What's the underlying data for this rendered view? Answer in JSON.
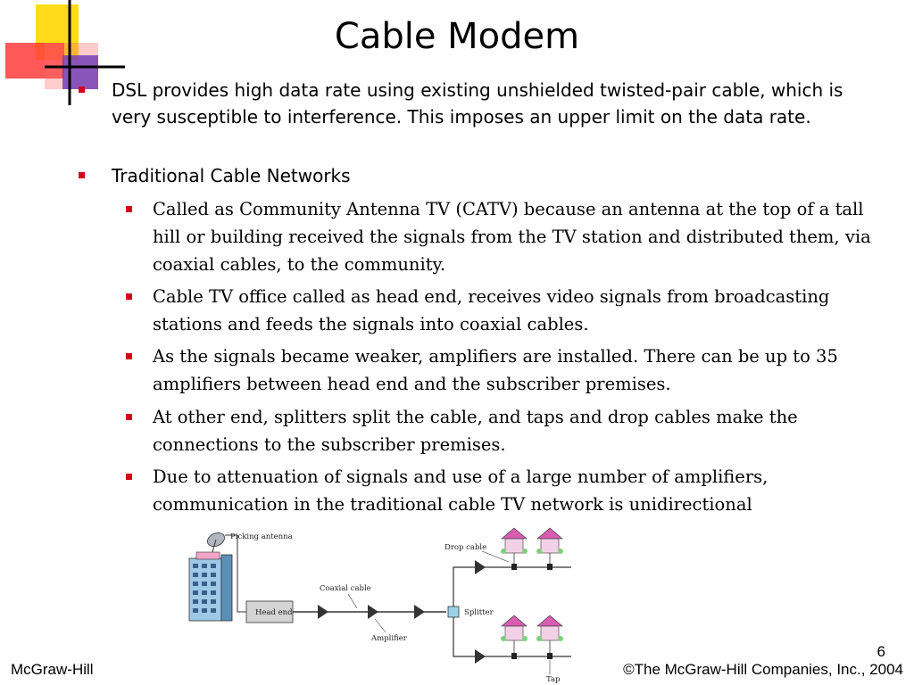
{
  "slide": {
    "title": "Cable Modem",
    "bullets": [
      {
        "level": 1,
        "text": "DSL provides high data rate using existing unshielded twisted-pair cable, which is very susceptible to interference. This imposes an upper limit on the data rate."
      },
      {
        "level": 1,
        "text": "Traditional Cable Networks"
      },
      {
        "level": 2,
        "text": "Called as Community Antenna TV (CATV) because an antenna at the top of a tall hill or building received the signals from the TV station and distributed them, via coaxial cables, to the community."
      },
      {
        "level": 2,
        "text": "Cable TV office called as head end, receives video signals from broadcasting stations and feeds the signals into coaxial cables."
      },
      {
        "level": 2,
        "text": "As the signals became weaker, amplifiers are installed. There can be up to 35 amplifiers between head end and the subscriber premises."
      },
      {
        "level": 2,
        "text": "At other end, splitters split the cable, and taps and drop cables make the connections to the subscriber premises."
      },
      {
        "level": 2,
        "text": "Due to attenuation of signals and use of a large number of amplifiers, communication in the traditional cable TV network is unidirectional"
      }
    ],
    "diagram": {
      "picking_antenna": "Picking antenna",
      "coaxial_cable": "Coaxial cable",
      "head_end": "Head end",
      "amplifier": "Amplifier",
      "splitter": "Splitter",
      "drop_cable": "Drop cable",
      "tap": "Tap"
    },
    "slide_number": "6",
    "footer_left": "McGraw-Hill",
    "footer_right": "©The McGraw-Hill Companies, Inc., 2004"
  },
  "colors": {
    "bullet": "#d0001c",
    "deco_yellow": "#ffd700",
    "deco_red": "#ff3b3b",
    "deco_blue": "#2a2ae0",
    "building": "#9ec9e6",
    "house_roof": "#d85cb0",
    "house_body": "#7fd07a"
  }
}
